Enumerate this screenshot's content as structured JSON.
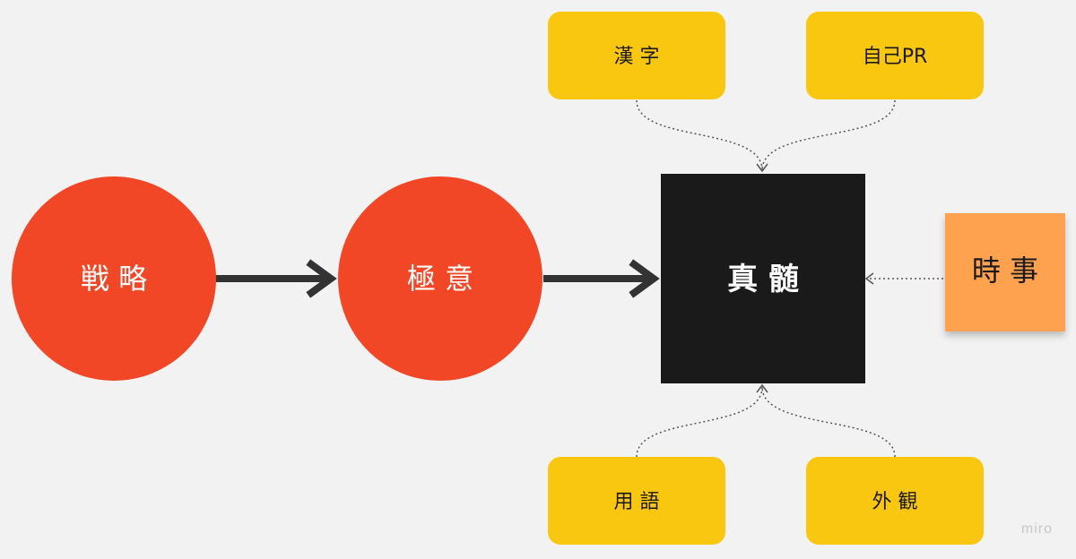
{
  "nodes": {
    "strategy": {
      "label": "戦 略",
      "shape": "circle",
      "fill": "#f24726",
      "text_color": "#ffffff"
    },
    "secret": {
      "label": "極 意",
      "shape": "circle",
      "fill": "#f24726",
      "text_color": "#ffffff"
    },
    "essence": {
      "label": "真 髄",
      "shape": "square",
      "fill": "#1a1a1a",
      "text_color": "#ffffff"
    },
    "kanji": {
      "label": "漢 字",
      "shape": "rounded-rect",
      "fill": "#fac710",
      "text_color": "#1a1a1a"
    },
    "self_pr": {
      "label": "自己PR",
      "shape": "rounded-rect",
      "fill": "#fac710",
      "text_color": "#1a1a1a"
    },
    "terms": {
      "label": "用 語",
      "shape": "rounded-rect",
      "fill": "#fac710",
      "text_color": "#1a1a1a"
    },
    "appearance": {
      "label": "外 観",
      "shape": "rounded-rect",
      "fill": "#fac710",
      "text_color": "#1a1a1a"
    },
    "current_affairs": {
      "label": "時 事",
      "shape": "sticky-note",
      "fill": "#ffa24f",
      "text_color": "#1a1a1a"
    }
  },
  "edges": [
    {
      "from": "strategy",
      "to": "secret",
      "style": "solid-thick"
    },
    {
      "from": "secret",
      "to": "essence",
      "style": "solid-thick"
    },
    {
      "from": "kanji",
      "to": "essence",
      "style": "dotted-curve"
    },
    {
      "from": "self_pr",
      "to": "essence",
      "style": "dotted-curve"
    },
    {
      "from": "terms",
      "to": "essence",
      "style": "dotted-curve"
    },
    {
      "from": "appearance",
      "to": "essence",
      "style": "dotted-curve"
    },
    {
      "from": "current_affairs",
      "to": "essence",
      "style": "dotted-straight"
    }
  ],
  "colors": {
    "background": "#f2f2f2",
    "arrow_solid": "#333333",
    "arrow_dotted": "#555555"
  },
  "watermark": "miro"
}
